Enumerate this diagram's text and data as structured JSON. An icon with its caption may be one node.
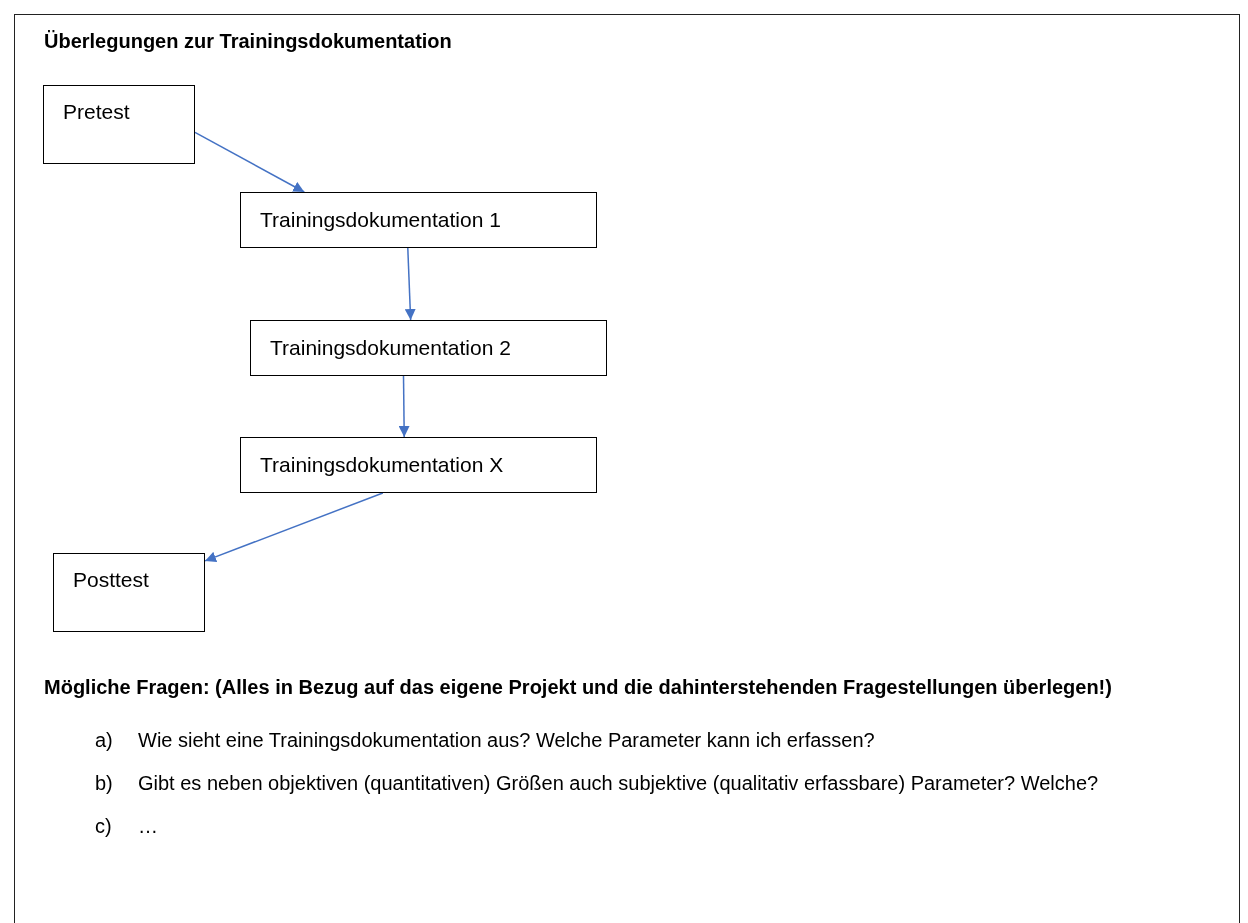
{
  "diagram": {
    "title": "Überlegungen zur Trainingsdokumentation",
    "nodes": [
      {
        "text": [
          "Pretest"
        ]
      },
      {
        "text": [
          "Trainingsdokumentation 1"
        ]
      },
      {
        "text": [
          "Trainingsdokumentation 2"
        ]
      },
      {
        "text": [
          "Trainingsdokumentation X"
        ]
      },
      {
        "text": [
          "Posttest"
        ]
      }
    ],
    "edges": [
      {
        "from": 0,
        "to": 1,
        "arrow": "to"
      },
      {
        "from": 1,
        "to": 2,
        "arrow": "to"
      },
      {
        "from": 2,
        "to": 3,
        "arrow": "to"
      },
      {
        "from": 3,
        "to": 4,
        "arrow": "to"
      }
    ],
    "labels": [
      "Mögliche Fragen: (Alles in Bezug auf das eigene Projekt und die dahinterstehenden Fragestellungen überlegen!)",
      "a)",
      "Wie sieht eine Trainingsdokumentation aus? Welche Parameter kann ich erfassen?",
      "b)",
      "Gibt es neben objektiven (quantitativen) Größen auch subjektive (qualitativ erfassbare) Parameter? Welche?",
      "c)",
      "…"
    ]
  }
}
